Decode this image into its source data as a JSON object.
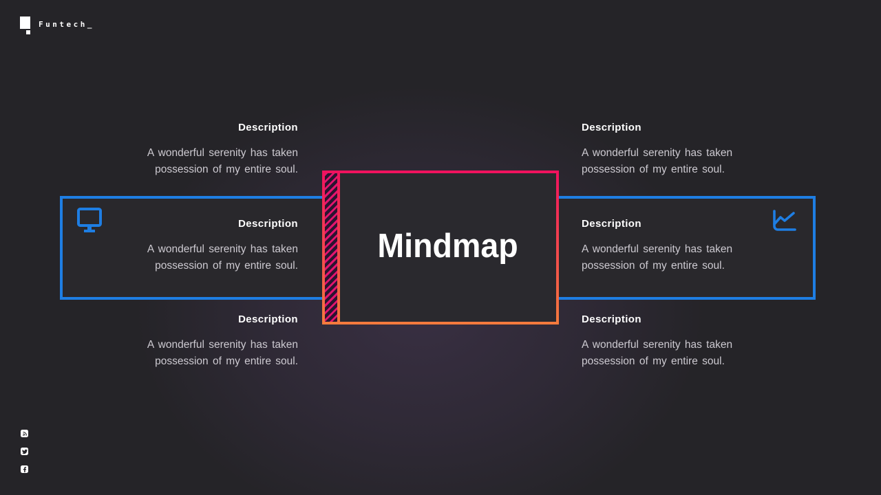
{
  "brand": {
    "name": "Funtech_"
  },
  "slide": {
    "title": "Mindmap"
  },
  "blocks": [
    {
      "id": "top-left",
      "title": "Description",
      "body": "A wonderful serenity has taken\npossession of my entire soul."
    },
    {
      "id": "middle-left",
      "title": "Description",
      "body": "A wonderful serenity has taken\npossession of my entire soul."
    },
    {
      "id": "bottom-left",
      "title": "Description",
      "body": "A wonderful serenity has taken\npossession of my entire soul."
    },
    {
      "id": "top-right",
      "title": "Description",
      "body": "A wonderful serenity has taken\npossession of my entire soul."
    },
    {
      "id": "middle-right",
      "title": "Description",
      "body": "A wonderful serenity has taken\npossession of my entire soul."
    },
    {
      "id": "bottom-right",
      "title": "Description",
      "body": "A wonderful serenity has taken\npossession of my entire soul."
    }
  ],
  "icons": {
    "left_branch": "monitor-icon",
    "right_branch": "line-chart-icon",
    "social": [
      "rss-icon",
      "twitter-icon",
      "facebook-icon"
    ]
  },
  "colors": {
    "accent_blue": "#1E7EE3",
    "accent_pink": "#F0115E",
    "accent_orange": "#F47B3D",
    "hatch_magenta": "#E3146E",
    "background": "#252428",
    "glow_purple": "#3D3047",
    "panel_fill": "#29282C",
    "body_text": "#CDCAD1",
    "title_text": "#FFFFFF"
  }
}
